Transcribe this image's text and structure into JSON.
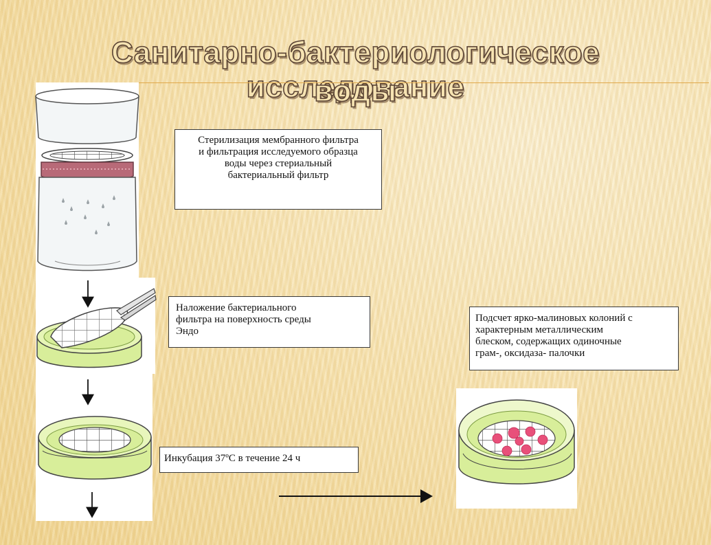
{
  "slide": {
    "title_line1": "Санитарно-бактериологическое исследование",
    "title_line2": "воды"
  },
  "steps": [
    {
      "lines": [
        "Стерилизация мембранного фильтра",
        "и фильтрация исследуемого образца",
        "воды через стериальный",
        "бактериальный фильтр"
      ]
    },
    {
      "lines": [
        "Наложение бактериального",
        "фильтра на поверхность среды",
        "Эндо"
      ]
    },
    {
      "lines": [
        "Инкубация 37ºС в течение 24 ч"
      ]
    },
    {
      "lines": [
        "Подсчет ярко-малиновых колоний с",
        "характерным металлическим",
        "блеском, содержащих одиночные",
        "грам-, оксидаза- палочки"
      ]
    }
  ],
  "colors": {
    "title_fill": "#f6e3b2",
    "title_outline": "#5b4434",
    "agar_green": "#d8ee9a",
    "colony_red": "#e8507a",
    "filter_ring": "#b86a78"
  },
  "icons": [
    "filter-funnel-icon",
    "petri-dish-with-forceps-icon",
    "petri-dish-incubation-icon",
    "petri-dish-colonies-icon",
    "down-arrow-icon",
    "right-arrow-icon"
  ]
}
